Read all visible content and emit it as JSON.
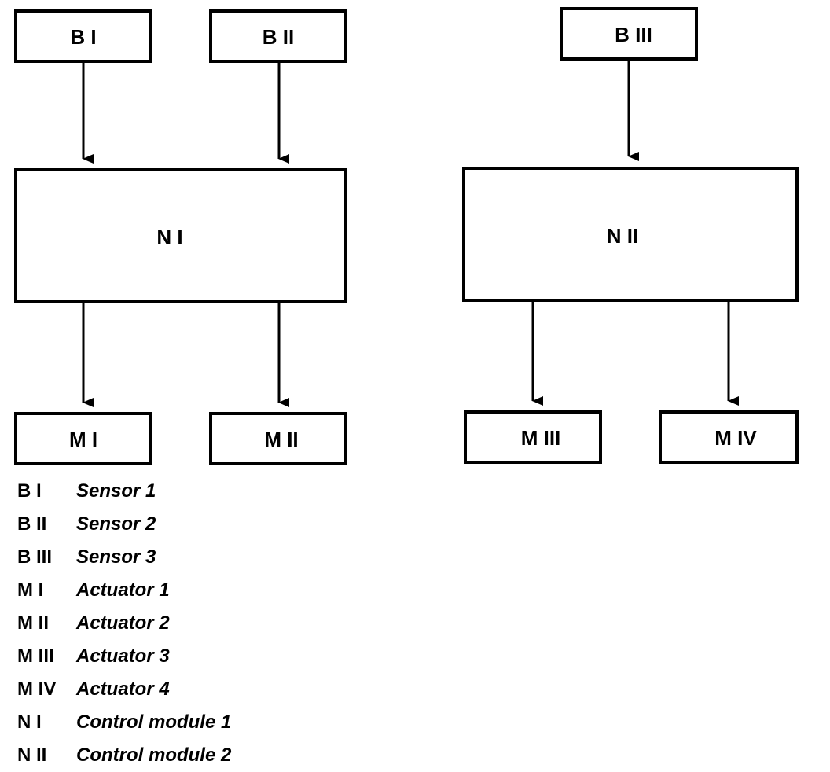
{
  "nodes": {
    "b1": {
      "label": "B I"
    },
    "b2": {
      "label": "B II"
    },
    "b3": {
      "label": "B III"
    },
    "n1": {
      "label": "N I"
    },
    "n2": {
      "label": "N II"
    },
    "m1": {
      "label": "M I"
    },
    "m2": {
      "label": "M II"
    },
    "m3": {
      "label": "M III"
    },
    "m4": {
      "label": "M IV"
    }
  },
  "edges": [
    {
      "from": "B I",
      "to": "N I"
    },
    {
      "from": "B II",
      "to": "N I"
    },
    {
      "from": "B III",
      "to": "N II"
    },
    {
      "from": "N I",
      "to": "M I"
    },
    {
      "from": "N I",
      "to": "M II"
    },
    {
      "from": "N II",
      "to": "M III"
    },
    {
      "from": "N II",
      "to": "M IV"
    }
  ],
  "legend": [
    {
      "key": "B I",
      "desc": "Sensor 1"
    },
    {
      "key": "B II",
      "desc": "Sensor 2"
    },
    {
      "key": "B III",
      "desc": "Sensor 3"
    },
    {
      "key": "M I",
      "desc": "Actuator 1"
    },
    {
      "key": "M II",
      "desc": "Actuator 2"
    },
    {
      "key": "M III",
      "desc": "Actuator 3"
    },
    {
      "key": "M IV",
      "desc": "Actuator 4"
    },
    {
      "key": "N I",
      "desc": "Control module 1"
    },
    {
      "key": "N II",
      "desc": "Control module 2"
    }
  ]
}
